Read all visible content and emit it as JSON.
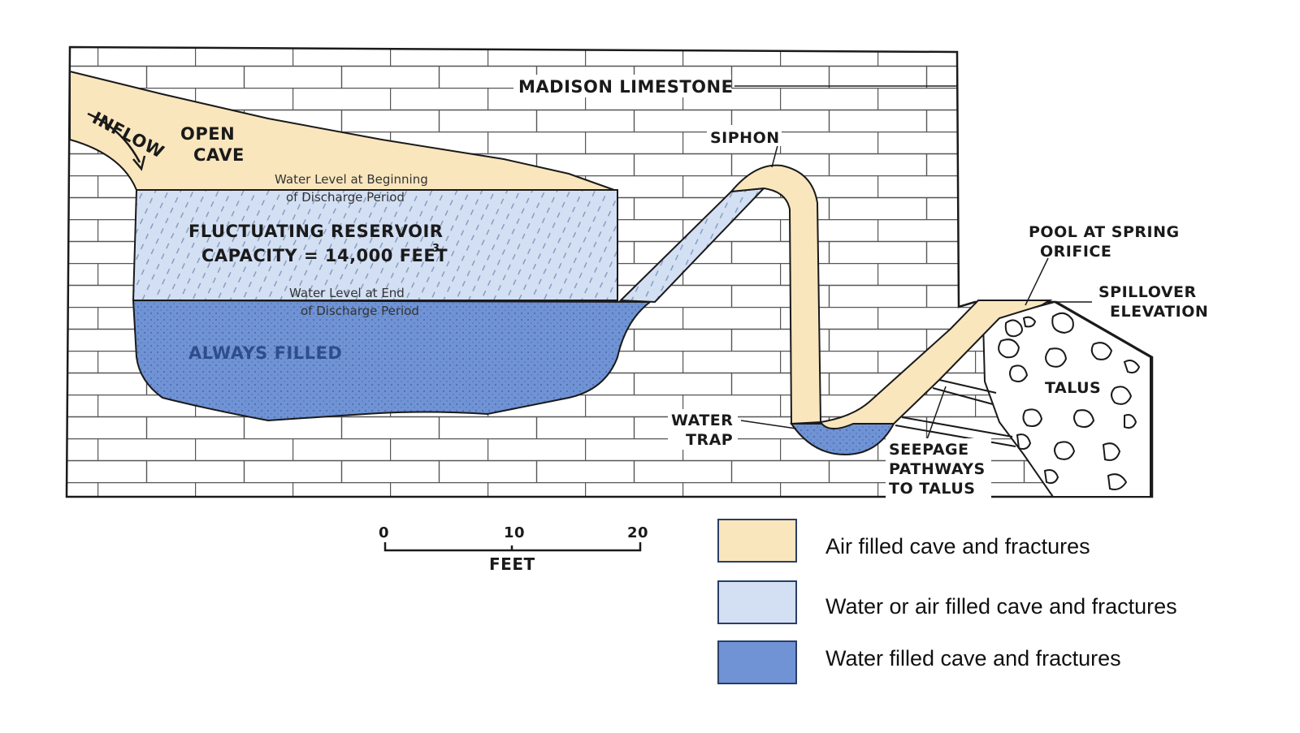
{
  "diagram": {
    "title_label": "MADISON LIMESTONE",
    "labels": {
      "inflow": "INFLOW",
      "open_cave_1": "OPEN",
      "open_cave_2": "CAVE",
      "water_level_begin_1": "Water Level at Beginning",
      "water_level_begin_2": "of Discharge Period",
      "reservoir_1": "FLUCTUATING RESERVOIR",
      "reservoir_2": "CAPACITY = 14,000 FEET",
      "reservoir_sup": "3",
      "water_level_end_1": "Water Level at End",
      "water_level_end_2": "of Discharge Period",
      "always_filled": "ALWAYS FILLED",
      "siphon": "SIPHON",
      "water_trap_1": "WATER",
      "water_trap_2": "TRAP",
      "pool_1": "POOL AT SPRING",
      "pool_2": "ORIFICE",
      "spillover_1": "SPILLOVER",
      "spillover_2": "ELEVATION",
      "talus": "TALUS",
      "seepage_1": "SEEPAGE",
      "seepage_2": "PATHWAYS",
      "seepage_3": "TO TALUS"
    },
    "scale_bar": {
      "ticks": [
        "0",
        "10",
        "20"
      ],
      "unit": "FEET"
    }
  },
  "legend": [
    {
      "label": "Air filled cave and fractures",
      "color": "#f9e6bd"
    },
    {
      "label": "Water or air filled cave and fractures",
      "color": "#d3dff3"
    },
    {
      "label": "Water filled cave and fractures",
      "color": "#6f93d4"
    }
  ],
  "colors": {
    "air": "#f9e6bd",
    "mixed": "#d3dff3",
    "water": "#6f93d4",
    "outline": "#1a1a1a"
  }
}
